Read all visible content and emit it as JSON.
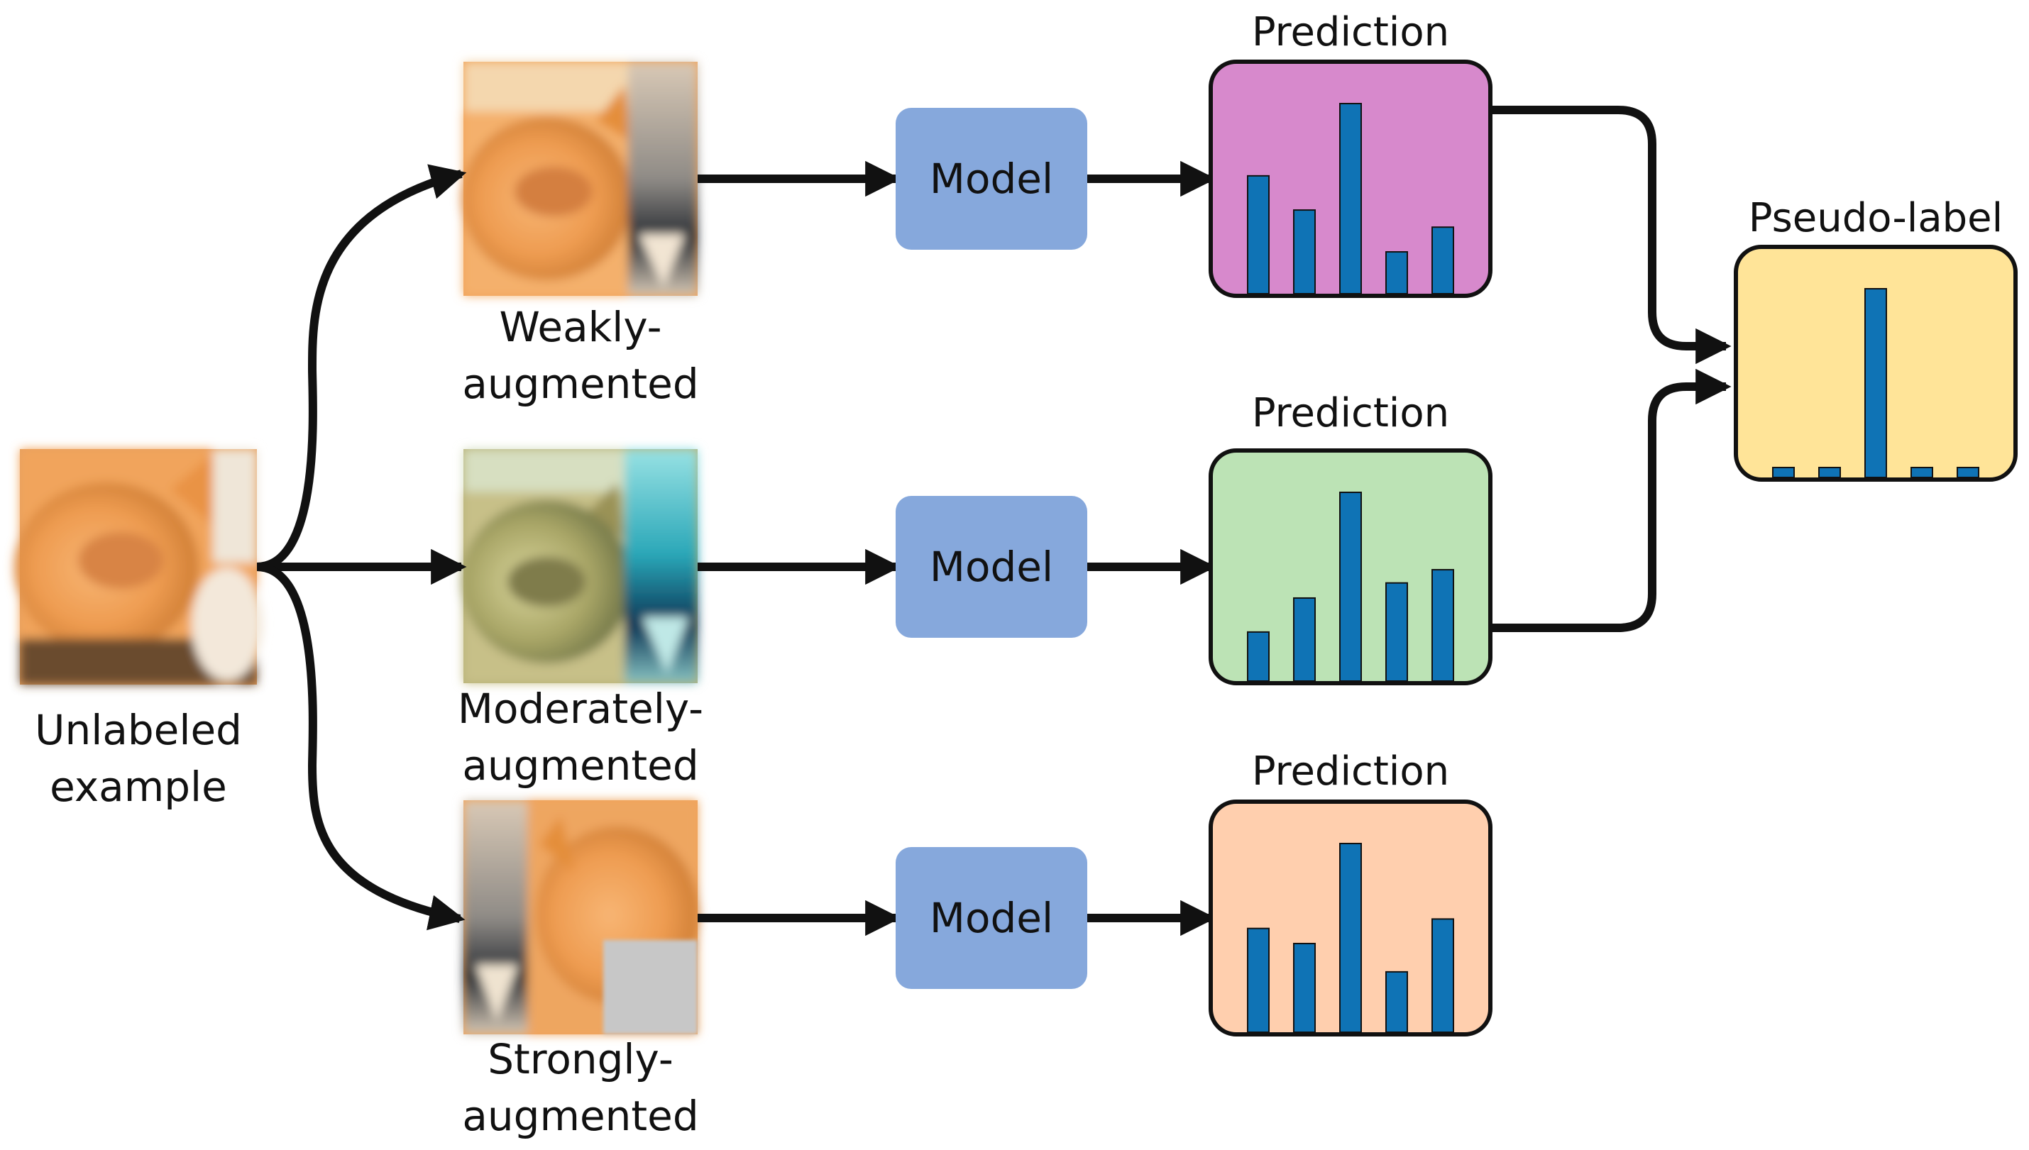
{
  "colors": {
    "model": "#86a8dc",
    "bar": "#0f73b5",
    "weak_pred": "#d789cc",
    "moderate_pred": "#bce3b5",
    "strong_pred": "#ffcfae",
    "pseudo_label": "#ffe498",
    "stroke": "#111111"
  },
  "images": {
    "unlabeled": {
      "label_line1": "Unlabeled",
      "label_line2": "example",
      "icon": "cat-photo"
    },
    "weak": {
      "label_line1": "Weakly-",
      "label_line2": "augmented",
      "icon": "cat-photo-weak"
    },
    "moderate": {
      "label_line1": "Moderately-",
      "label_line2": "augmented",
      "icon": "cat-photo-moderate"
    },
    "strong": {
      "label_line1": "Strongly-",
      "label_line2": "augmented",
      "icon": "cat-photo-strong"
    }
  },
  "models": {
    "weak": {
      "label": "Model"
    },
    "moderate": {
      "label": "Model"
    },
    "strong": {
      "label": "Model"
    }
  },
  "predictions": {
    "weak": {
      "title": "Prediction",
      "values": [
        0.62,
        0.44,
        1.0,
        0.22,
        0.35
      ]
    },
    "moderate": {
      "title": "Prediction",
      "values": [
        0.26,
        0.44,
        1.0,
        0.52,
        0.59
      ]
    },
    "strong": {
      "title": "Prediction",
      "values": [
        0.55,
        0.47,
        1.0,
        0.32,
        0.6
      ]
    }
  },
  "pseudo_label": {
    "title": "Pseudo-label",
    "values": [
      0.05,
      0.05,
      1.0,
      0.05,
      0.05
    ]
  }
}
